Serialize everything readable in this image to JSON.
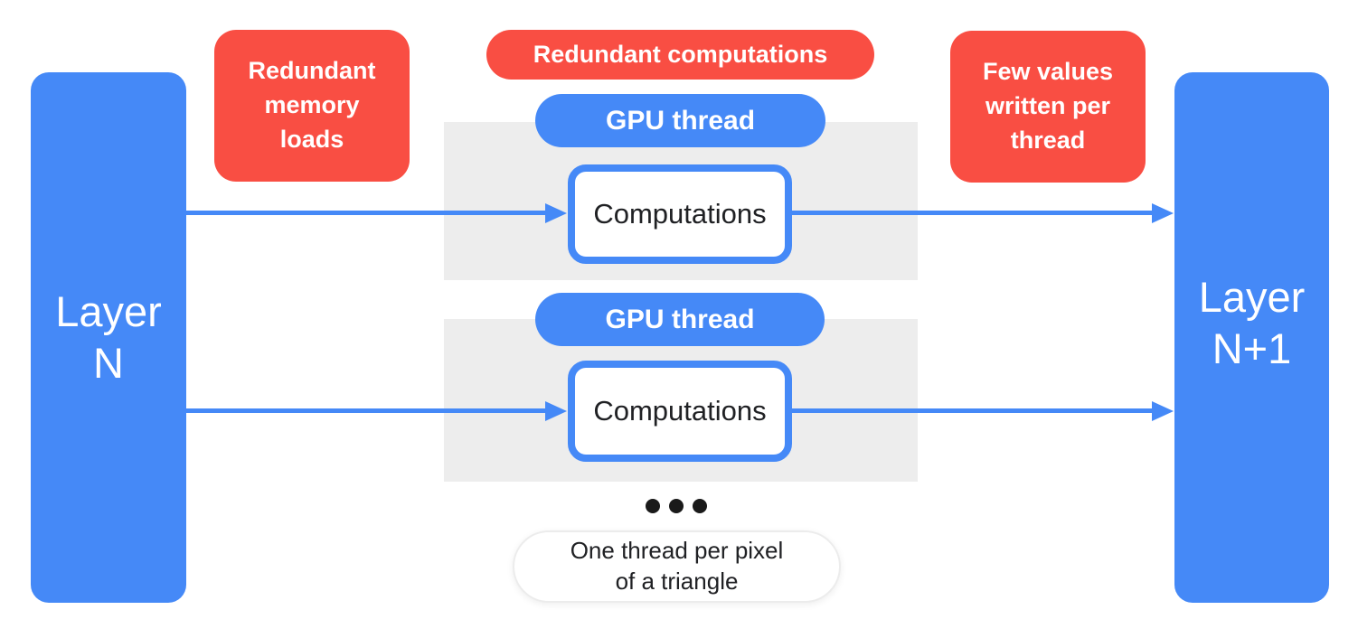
{
  "colors": {
    "blue": "#4589F7",
    "red": "#F94E43",
    "panel_gray": "#EDEDED",
    "text_dark": "#202124",
    "white": "#FFFFFF"
  },
  "layers": {
    "left": {
      "label": "Layer\nN"
    },
    "right": {
      "label": "Layer\nN+1"
    }
  },
  "callouts": {
    "memory_loads": {
      "label": "Redundant\nmemory\nloads"
    },
    "computations": {
      "label": "Redundant computations"
    },
    "few_values": {
      "label": "Few values\nwritten per\nthread"
    }
  },
  "thread_groups": [
    {
      "pill_label": "GPU thread",
      "box_label": "Computations"
    },
    {
      "pill_label": "GPU thread",
      "box_label": "Computations"
    }
  ],
  "note": {
    "label": "One thread per pixel\nof a triangle"
  }
}
